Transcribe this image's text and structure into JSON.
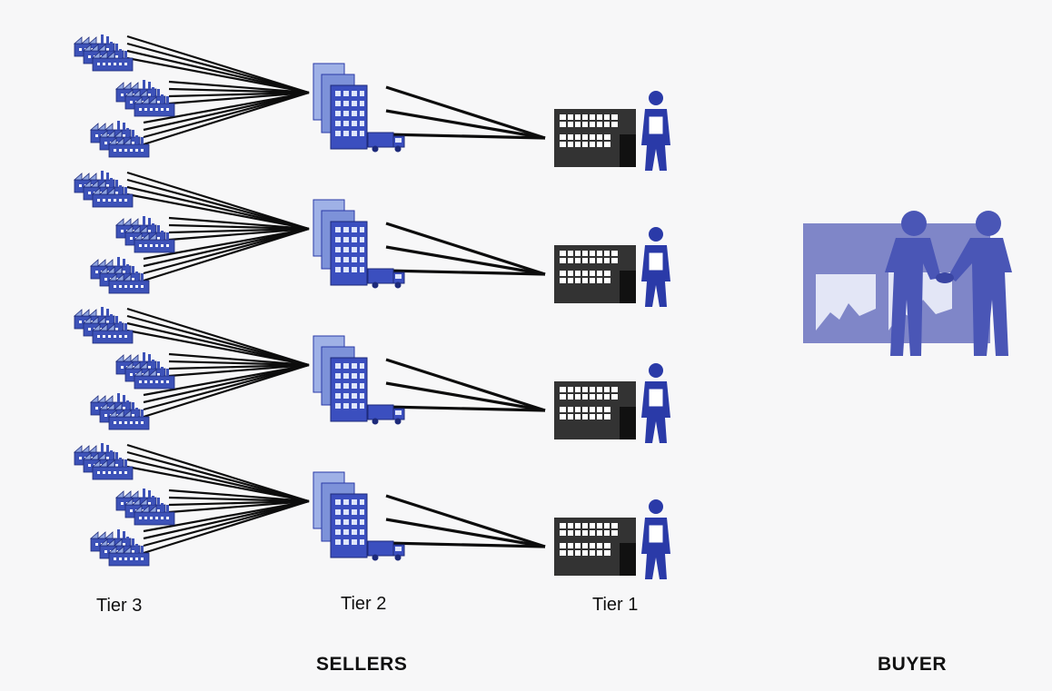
{
  "labels": {
    "tier3": "Tier 3",
    "tier2": "Tier 2",
    "tier1": "Tier 1",
    "sellers": "SELLERS",
    "buyer": "BUYER"
  },
  "diagram": {
    "rows": 4,
    "tier3_plants_per_row": 3,
    "tier2_suppliers_per_row": 1,
    "tier1_suppliers_per_row": 1
  },
  "colors": {
    "plant": "#3d52b8",
    "plant_light": "#8fa4df",
    "building": "#3b4fbf",
    "building_light": "#9fb1e6",
    "line": "#0d0d0d",
    "warehouse": "#333333",
    "person": "#2a3aa8",
    "buyer_scene": "#7f86c8"
  },
  "icons": {
    "tier3": "factory-icon",
    "tier2": "office-building-with-truck-icon",
    "tier1": "warehouse-with-worker-icon",
    "buyer": "handshake-icon"
  }
}
